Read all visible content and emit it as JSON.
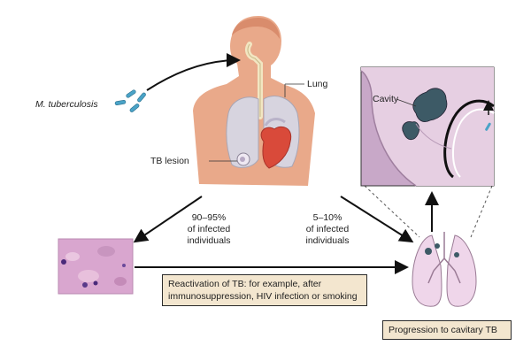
{
  "labels": {
    "pathogen": "M. tuberculosis",
    "lung": "Lung",
    "tb_lesion": "TB lesion",
    "cavity": "Cavity",
    "left_pct": "90–95%",
    "left_desc1": "of infected",
    "left_desc2": "individuals",
    "right_pct": "5–10%",
    "right_desc1": "of infected",
    "right_desc2": "individuals"
  },
  "reactivation_box": {
    "line1": "Reactivation of TB: for example, after",
    "line2": "immunosuppression, HIV infection or smoking"
  },
  "progression_box": {
    "text": "Progression to cavitary TB"
  },
  "colors": {
    "skin": "#e9a98a",
    "skin_dark": "#d98c6c",
    "lung": "#d7d4df",
    "heart": "#d94a3a",
    "bacteria": "#4aa3c7",
    "box_fill": "#f3e6cf",
    "tissue": "#d9a6cf"
  }
}
